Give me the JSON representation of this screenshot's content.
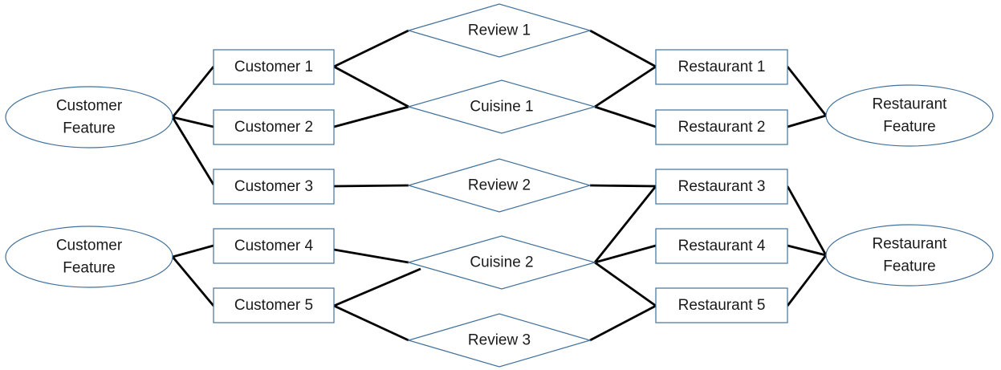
{
  "colors": {
    "shape_border": "#41719c",
    "edge": "#000000",
    "background": "#ffffff"
  },
  "feature_nodes": [
    {
      "id": "cf1",
      "label_line1": "Customer",
      "label_line2": "Feature"
    },
    {
      "id": "cf2",
      "label_line1": "Customer",
      "label_line2": "Feature"
    },
    {
      "id": "rf1",
      "label_line1": "Restaurant",
      "label_line2": "Feature"
    },
    {
      "id": "rf2",
      "label_line1": "Restaurant",
      "label_line2": "Feature"
    }
  ],
  "customers": [
    {
      "id": "c1",
      "label": "Customer 1"
    },
    {
      "id": "c2",
      "label": "Customer 2"
    },
    {
      "id": "c3",
      "label": "Customer 3"
    },
    {
      "id": "c4",
      "label": "Customer 4"
    },
    {
      "id": "c5",
      "label": "Customer 5"
    }
  ],
  "restaurants": [
    {
      "id": "r1",
      "label": "Restaurant 1"
    },
    {
      "id": "r2",
      "label": "Restaurant 2"
    },
    {
      "id": "r3",
      "label": "Restaurant 3"
    },
    {
      "id": "r4",
      "label": "Restaurant 4"
    },
    {
      "id": "r5",
      "label": "Restaurant 5"
    }
  ],
  "relations": [
    {
      "id": "rev1",
      "label": "Review 1"
    },
    {
      "id": "cui1",
      "label": "Cuisine 1"
    },
    {
      "id": "rev2",
      "label": "Review 2"
    },
    {
      "id": "cui2",
      "label": "Cuisine 2"
    },
    {
      "id": "rev3",
      "label": "Review 3"
    }
  ],
  "edges": [
    [
      "cf1",
      "c1"
    ],
    [
      "cf1",
      "c2"
    ],
    [
      "cf1",
      "c3"
    ],
    [
      "cf2",
      "c4"
    ],
    [
      "cf2",
      "c5"
    ],
    [
      "c1",
      "rev1"
    ],
    [
      "c1",
      "cui1"
    ],
    [
      "c2",
      "cui1"
    ],
    [
      "c3",
      "rev2"
    ],
    [
      "c4",
      "cui2"
    ],
    [
      "c5",
      "cui2"
    ],
    [
      "c5",
      "rev3"
    ],
    [
      "rev1",
      "r1"
    ],
    [
      "cui1",
      "r1"
    ],
    [
      "cui1",
      "r2"
    ],
    [
      "rev2",
      "r3"
    ],
    [
      "cui2",
      "r3"
    ],
    [
      "cui2",
      "r4"
    ],
    [
      "cui2",
      "r5"
    ],
    [
      "rev3",
      "r5"
    ],
    [
      "r1",
      "rf1"
    ],
    [
      "r2",
      "rf1"
    ],
    [
      "r3",
      "rf2"
    ],
    [
      "r4",
      "rf2"
    ],
    [
      "r5",
      "rf2"
    ]
  ]
}
